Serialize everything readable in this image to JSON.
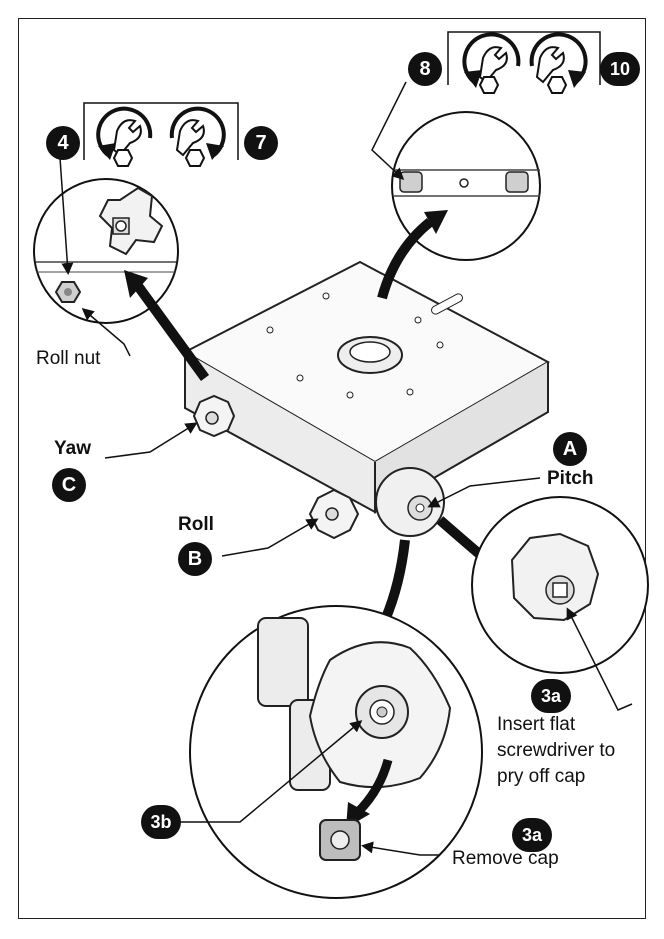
{
  "labels": {
    "roll_nut": "Roll nut",
    "yaw": "Yaw",
    "roll": "Roll",
    "pitch": "Pitch",
    "insert_line1": "Insert flat",
    "insert_line2": "screwdriver to",
    "insert_line3": "pry off cap",
    "remove_cap": "Remove cap"
  },
  "badges": {
    "a": "A",
    "b": "B",
    "c": "C",
    "step_4": "4",
    "step_7": "7",
    "step_8": "8",
    "step_10": "10",
    "step_3a_top": "3a",
    "step_3a_bottom": "3a",
    "step_3b": "3b"
  },
  "icons": [
    "loosen-nut-icon",
    "tighten-nut-icon",
    "curved-arrow-icon"
  ],
  "colors": {
    "ink": "#111111",
    "line_art": "#333333",
    "fill_light": "#eeeeee",
    "fill_mid": "#cfcfcf"
  }
}
